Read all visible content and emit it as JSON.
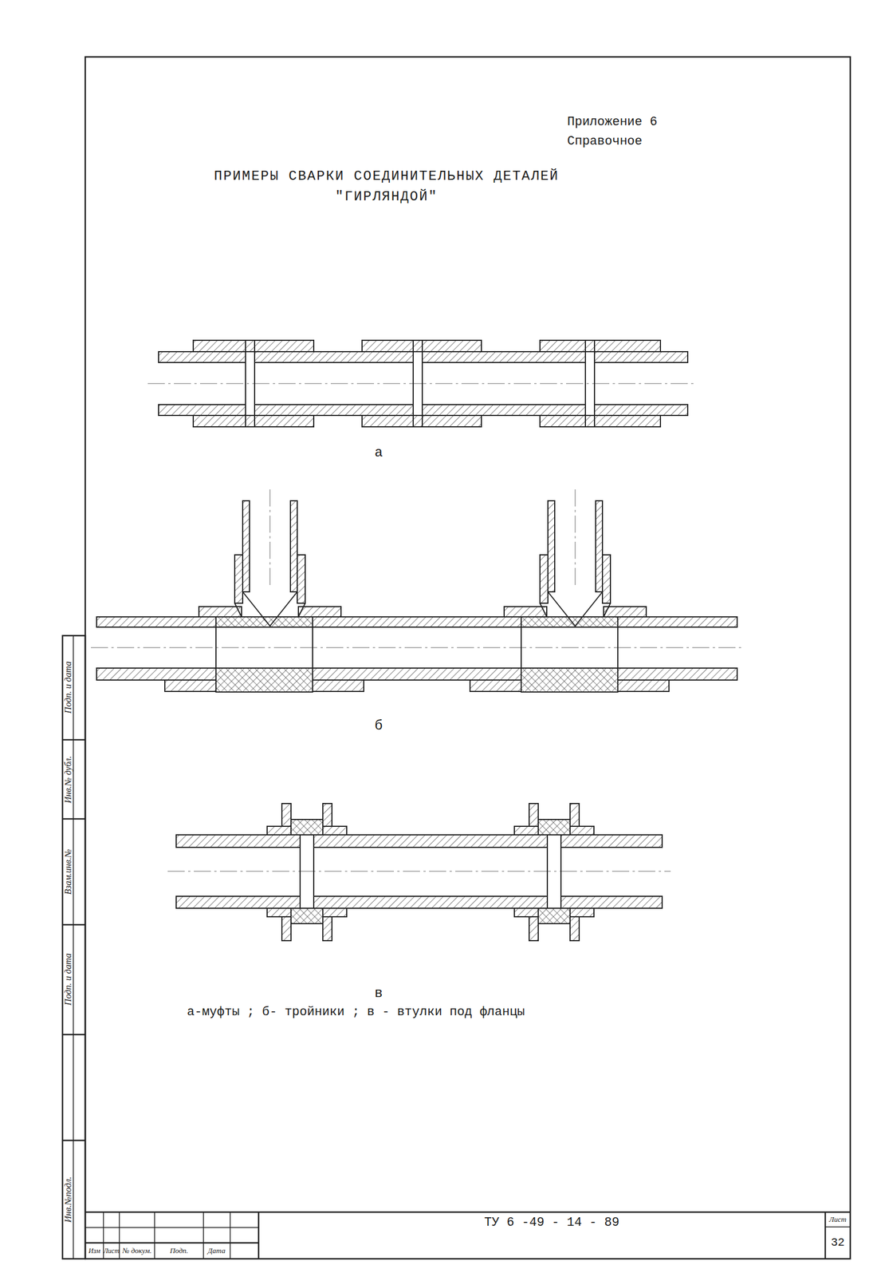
{
  "diagram": {
    "title": "ПРИМЕРЫ СВАРКИ СОЕДИНИТЕЛЬНЫХ ДЕТАЛЕЙ \"ГИРЛЯНДОЙ\"",
    "caption": "а-муфты ; б- тройники ; в - втулки под фланцы",
    "labels": [
      "Приложение 6",
      "Справочное",
      "а",
      "б",
      "в",
      "Подп. и дата",
      "Инв.№ дубл.",
      "Взам.инв.№",
      "Подп. и дата",
      "Инв.№подл.",
      "ТУ 6 -49 - 14 - 89",
      "Лист",
      "32",
      "Изм",
      "Лист",
      "№ докум.",
      "Подп.",
      "Дата"
    ]
  }
}
